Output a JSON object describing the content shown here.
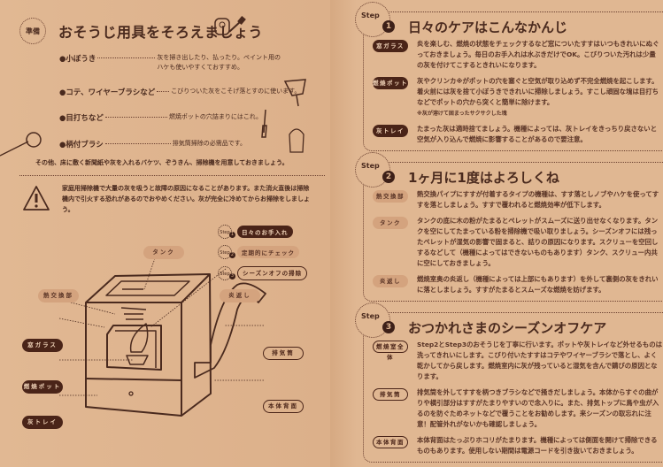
{
  "prep": {
    "badge": "準備",
    "title": "おそうじ用具をそろえましょう",
    "items": [
      {
        "label": "●小ぼうき",
        "desc": "灰を掃き出したり、払ったり。ペイント用のハケも使いやすくておすすめ。"
      },
      {
        "label": "●コテ、ワイヤーブラシなど",
        "desc": "こびりついた灰をこそげ落とすのに使います。"
      },
      {
        "label": "●目打ちなど",
        "desc": "燃焼ポットの穴詰まりにはこれ。"
      },
      {
        "label": "●柄付ブラシ",
        "desc": "排気筒掃除の必需品です。"
      }
    ],
    "note": "その他、床に敷く新聞紙や灰を入れるバケツ、ぞうきん、掃除機を用意しておきましょう。"
  },
  "warning": {
    "text": "家庭用掃除機で大量の灰を吸うと故障の原因になることがあります。また消火直後は掃除機内で引火する恐れがあるのでおやめください。灰が完全に冷めてからお掃除をしましょう。"
  },
  "legend": [
    {
      "step": "Step",
      "num": "1",
      "label": "日々のお手入れ"
    },
    {
      "step": "Step",
      "num": "2",
      "label": "定期的にチェック"
    },
    {
      "step": "Step",
      "num": "3",
      "label": "シーズンオフの掃除"
    }
  ],
  "diagram": {
    "tank": "タンク",
    "heat_exchanger": "熱交換部",
    "flame_return": "炎返し",
    "window": "窓ガラス",
    "pot": "燃焼ポット",
    "ash_tray": "灰トレイ",
    "exhaust": "排気筒",
    "back": "本体背面"
  },
  "steps": [
    {
      "step": "Step",
      "num": "1",
      "title": "日々のケアはこんなかんじ",
      "rows": [
        {
          "label": "窓ガラス",
          "text": "炎を楽しむ、燃焼の状態をチェックするなど窓についたすすはいつもきれいにぬぐっておきましょう。毎日のお手入れは水ぶきだけでOK。こびりついた汚れは少量の灰を付けてこするときれいになります。"
        },
        {
          "label": "燃焼ポット",
          "text": "灰やクリンカ※がポットの穴を塞ぐと空気が取り込めず不完全燃焼を起こします。着火前には灰を捨て小ぼうきできれいに掃除しましょう。すこし頑固な塊は目打ちなどでポットの穴から突くと簡単に除けます。",
          "note": "※灰が溶けて固まったサクサクした塊"
        },
        {
          "label": "灰トレイ",
          "text": "たまった灰は適時捨てましょう。機種によっては、灰トレイをきっちり戻さないと空気が入り込んで燃焼に影響することがあるので要注意。"
        }
      ]
    },
    {
      "step": "Step",
      "num": "2",
      "title": "1ヶ月に1度はよろしくね",
      "rows": [
        {
          "label": "熱交換部",
          "text": "熱交換パイプにすすが付着するタイプの機種は、すす落としノブやハケを使ってすすを落としましょう。すすで覆われると燃焼効率が低下します。"
        },
        {
          "label": "タンク",
          "text": "タンクの底に木の粉がたまるとペレットがスムーズに送り出せなくなります。タンクを空にしてたまっている粉を掃除機で吸い取りましょう。シーズンオフには残ったペレットが湿気の影響で固まると、詰りの原因になります。スクリューを空回しするなどして（機種によってはできないものもあります）タンク、スクリュー内共に空にしておきましょう。"
        },
        {
          "label": "炎返し",
          "text": "燃焼室奥の炎返し（機種によっては上部にもあります）を外して裏側の灰をきれいに落としましょう。すすがたまるとスムーズな燃焼を妨げます。"
        }
      ]
    },
    {
      "step": "Step",
      "num": "3",
      "title": "おつかれさまのシーズンオフケア",
      "rows": [
        {
          "label": "燃焼室全体",
          "text": "Step2とStep3のおそうじを丁寧に行います。ポットや灰トレイなど外せるものは洗ってきれいにします。こびり付いたすすはコテやワイヤーブラシで落とし、よく乾かしてから戻します。燃焼室内に灰が残っていると湿気を含んで錆びの原因となります。"
        },
        {
          "label": "排気筒",
          "text": "排気筒を外してすすを柄つきブラシなどで掻きだしましょう。本体からすぐの曲がりや横引部分はすすがたまりやすいので念入りに。また、排気トップに鳥や虫が入るのを防ぐためネットなどで覆うことをお勧めします。来シーズンの取忘れに注意！配管外れがないかも確認しましょう。"
        },
        {
          "label": "本体背面",
          "text": "本体背面はたっぷりホコリがたまります。機種によっては側面を開けて掃除できるものもあります。使用しない期間は電源コードを引き抜いておきましょう。"
        }
      ]
    }
  ]
}
